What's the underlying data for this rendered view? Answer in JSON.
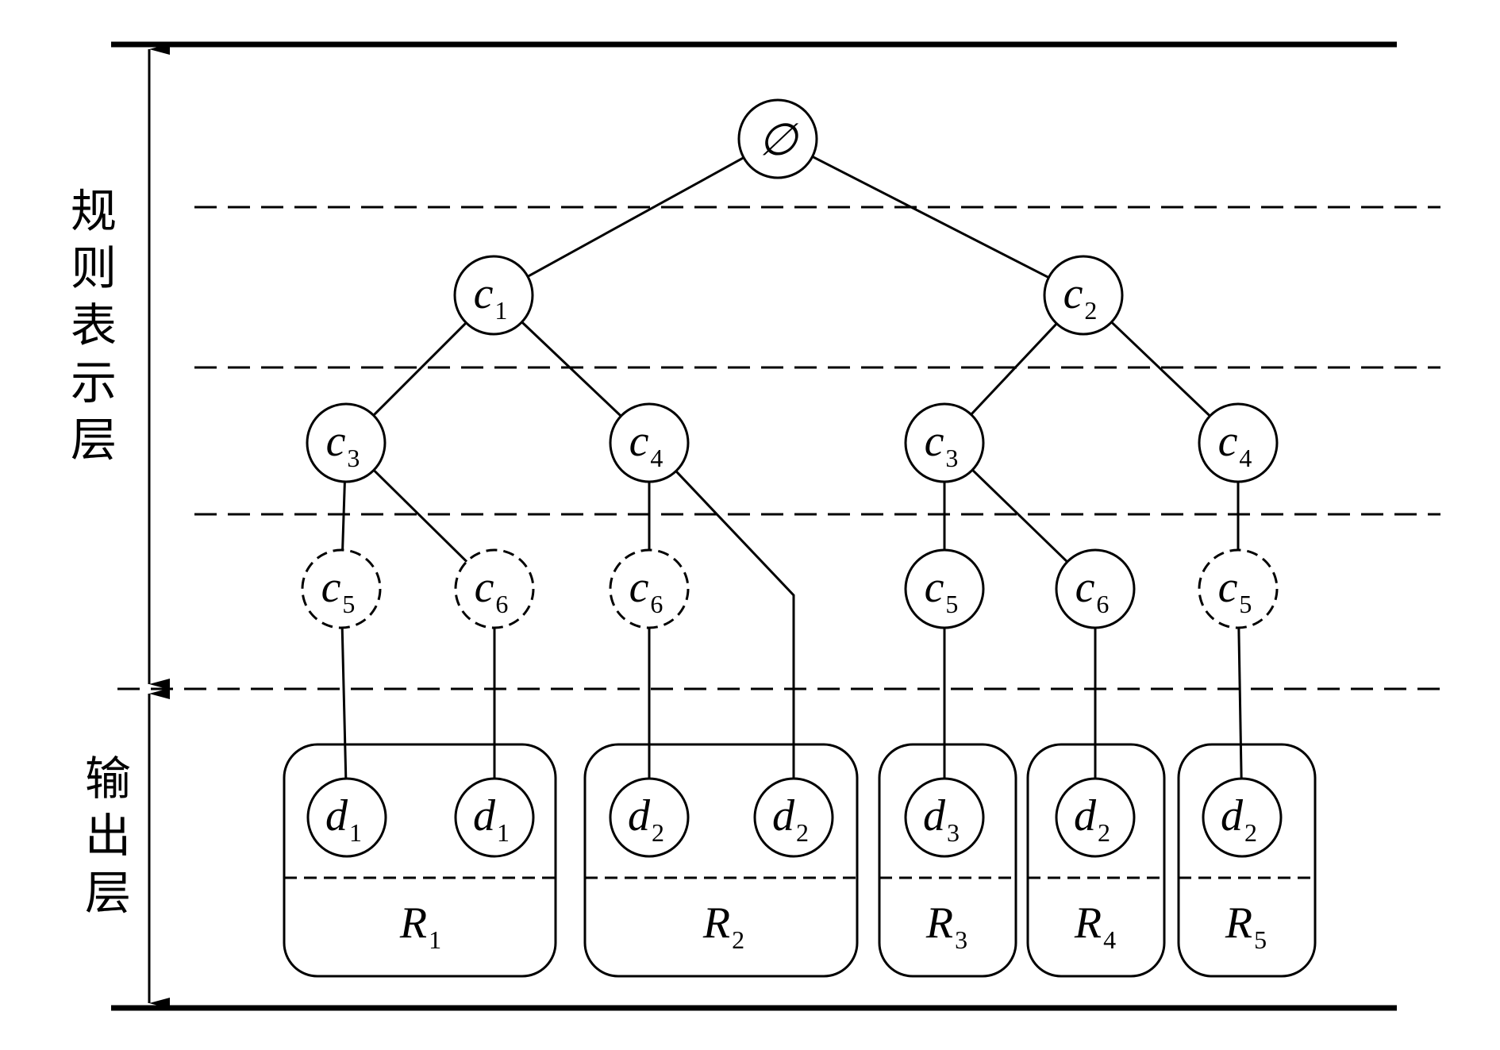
{
  "layers": {
    "rule_layer_label": "规则表示层",
    "output_layer_label": "输出层"
  },
  "root": {
    "symbol": "∅"
  },
  "nodes": [
    {
      "id": "c1",
      "letter": "c",
      "sub": "1",
      "style": "solid"
    },
    {
      "id": "c2",
      "letter": "c",
      "sub": "2",
      "style": "solid"
    },
    {
      "id": "c3a",
      "letter": "c",
      "sub": "3",
      "style": "solid"
    },
    {
      "id": "c4a",
      "letter": "c",
      "sub": "4",
      "style": "solid"
    },
    {
      "id": "c3b",
      "letter": "c",
      "sub": "3",
      "style": "solid"
    },
    {
      "id": "c4b",
      "letter": "c",
      "sub": "4",
      "style": "solid"
    },
    {
      "id": "c5a",
      "letter": "c",
      "sub": "5",
      "style": "dashed"
    },
    {
      "id": "c6a",
      "letter": "c",
      "sub": "6",
      "style": "dashed"
    },
    {
      "id": "c6b",
      "letter": "c",
      "sub": "6",
      "style": "dashed"
    },
    {
      "id": "c5b",
      "letter": "c",
      "sub": "5",
      "style": "solid"
    },
    {
      "id": "c6c",
      "letter": "c",
      "sub": "6",
      "style": "solid"
    },
    {
      "id": "c5c",
      "letter": "c",
      "sub": "5",
      "style": "dashed"
    }
  ],
  "outputs": [
    {
      "id": "d1a",
      "letter": "d",
      "sub": "1"
    },
    {
      "id": "d1b",
      "letter": "d",
      "sub": "1"
    },
    {
      "id": "d2a",
      "letter": "d",
      "sub": "2"
    },
    {
      "id": "d2b",
      "letter": "d",
      "sub": "2"
    },
    {
      "id": "d3",
      "letter": "d",
      "sub": "3"
    },
    {
      "id": "d2c",
      "letter": "d",
      "sub": "2"
    },
    {
      "id": "d2d",
      "letter": "d",
      "sub": "2"
    }
  ],
  "rules": [
    {
      "id": "R1",
      "letter": "R",
      "sub": "1"
    },
    {
      "id": "R2",
      "letter": "R",
      "sub": "2"
    },
    {
      "id": "R3",
      "letter": "R",
      "sub": "3"
    },
    {
      "id": "R4",
      "letter": "R",
      "sub": "4"
    },
    {
      "id": "R5",
      "letter": "R",
      "sub": "5"
    }
  ],
  "edges": [
    [
      "root",
      "c1"
    ],
    [
      "root",
      "c2"
    ],
    [
      "c1",
      "c3a"
    ],
    [
      "c1",
      "c4a"
    ],
    [
      "c2",
      "c3b"
    ],
    [
      "c2",
      "c4b"
    ],
    [
      "c3a",
      "c5a"
    ],
    [
      "c3a",
      "c6a"
    ],
    [
      "c4a",
      "c6b"
    ],
    [
      "c3b",
      "c5b"
    ],
    [
      "c3b",
      "c6c"
    ],
    [
      "c4b",
      "c5c"
    ],
    [
      "c5a",
      "d1a"
    ],
    [
      "c6a",
      "d1b"
    ],
    [
      "c6b",
      "d2a"
    ],
    [
      "c4a",
      "d2b"
    ],
    [
      "c5b",
      "d3"
    ],
    [
      "c6c",
      "d2c"
    ],
    [
      "c5c",
      "d2d"
    ]
  ]
}
